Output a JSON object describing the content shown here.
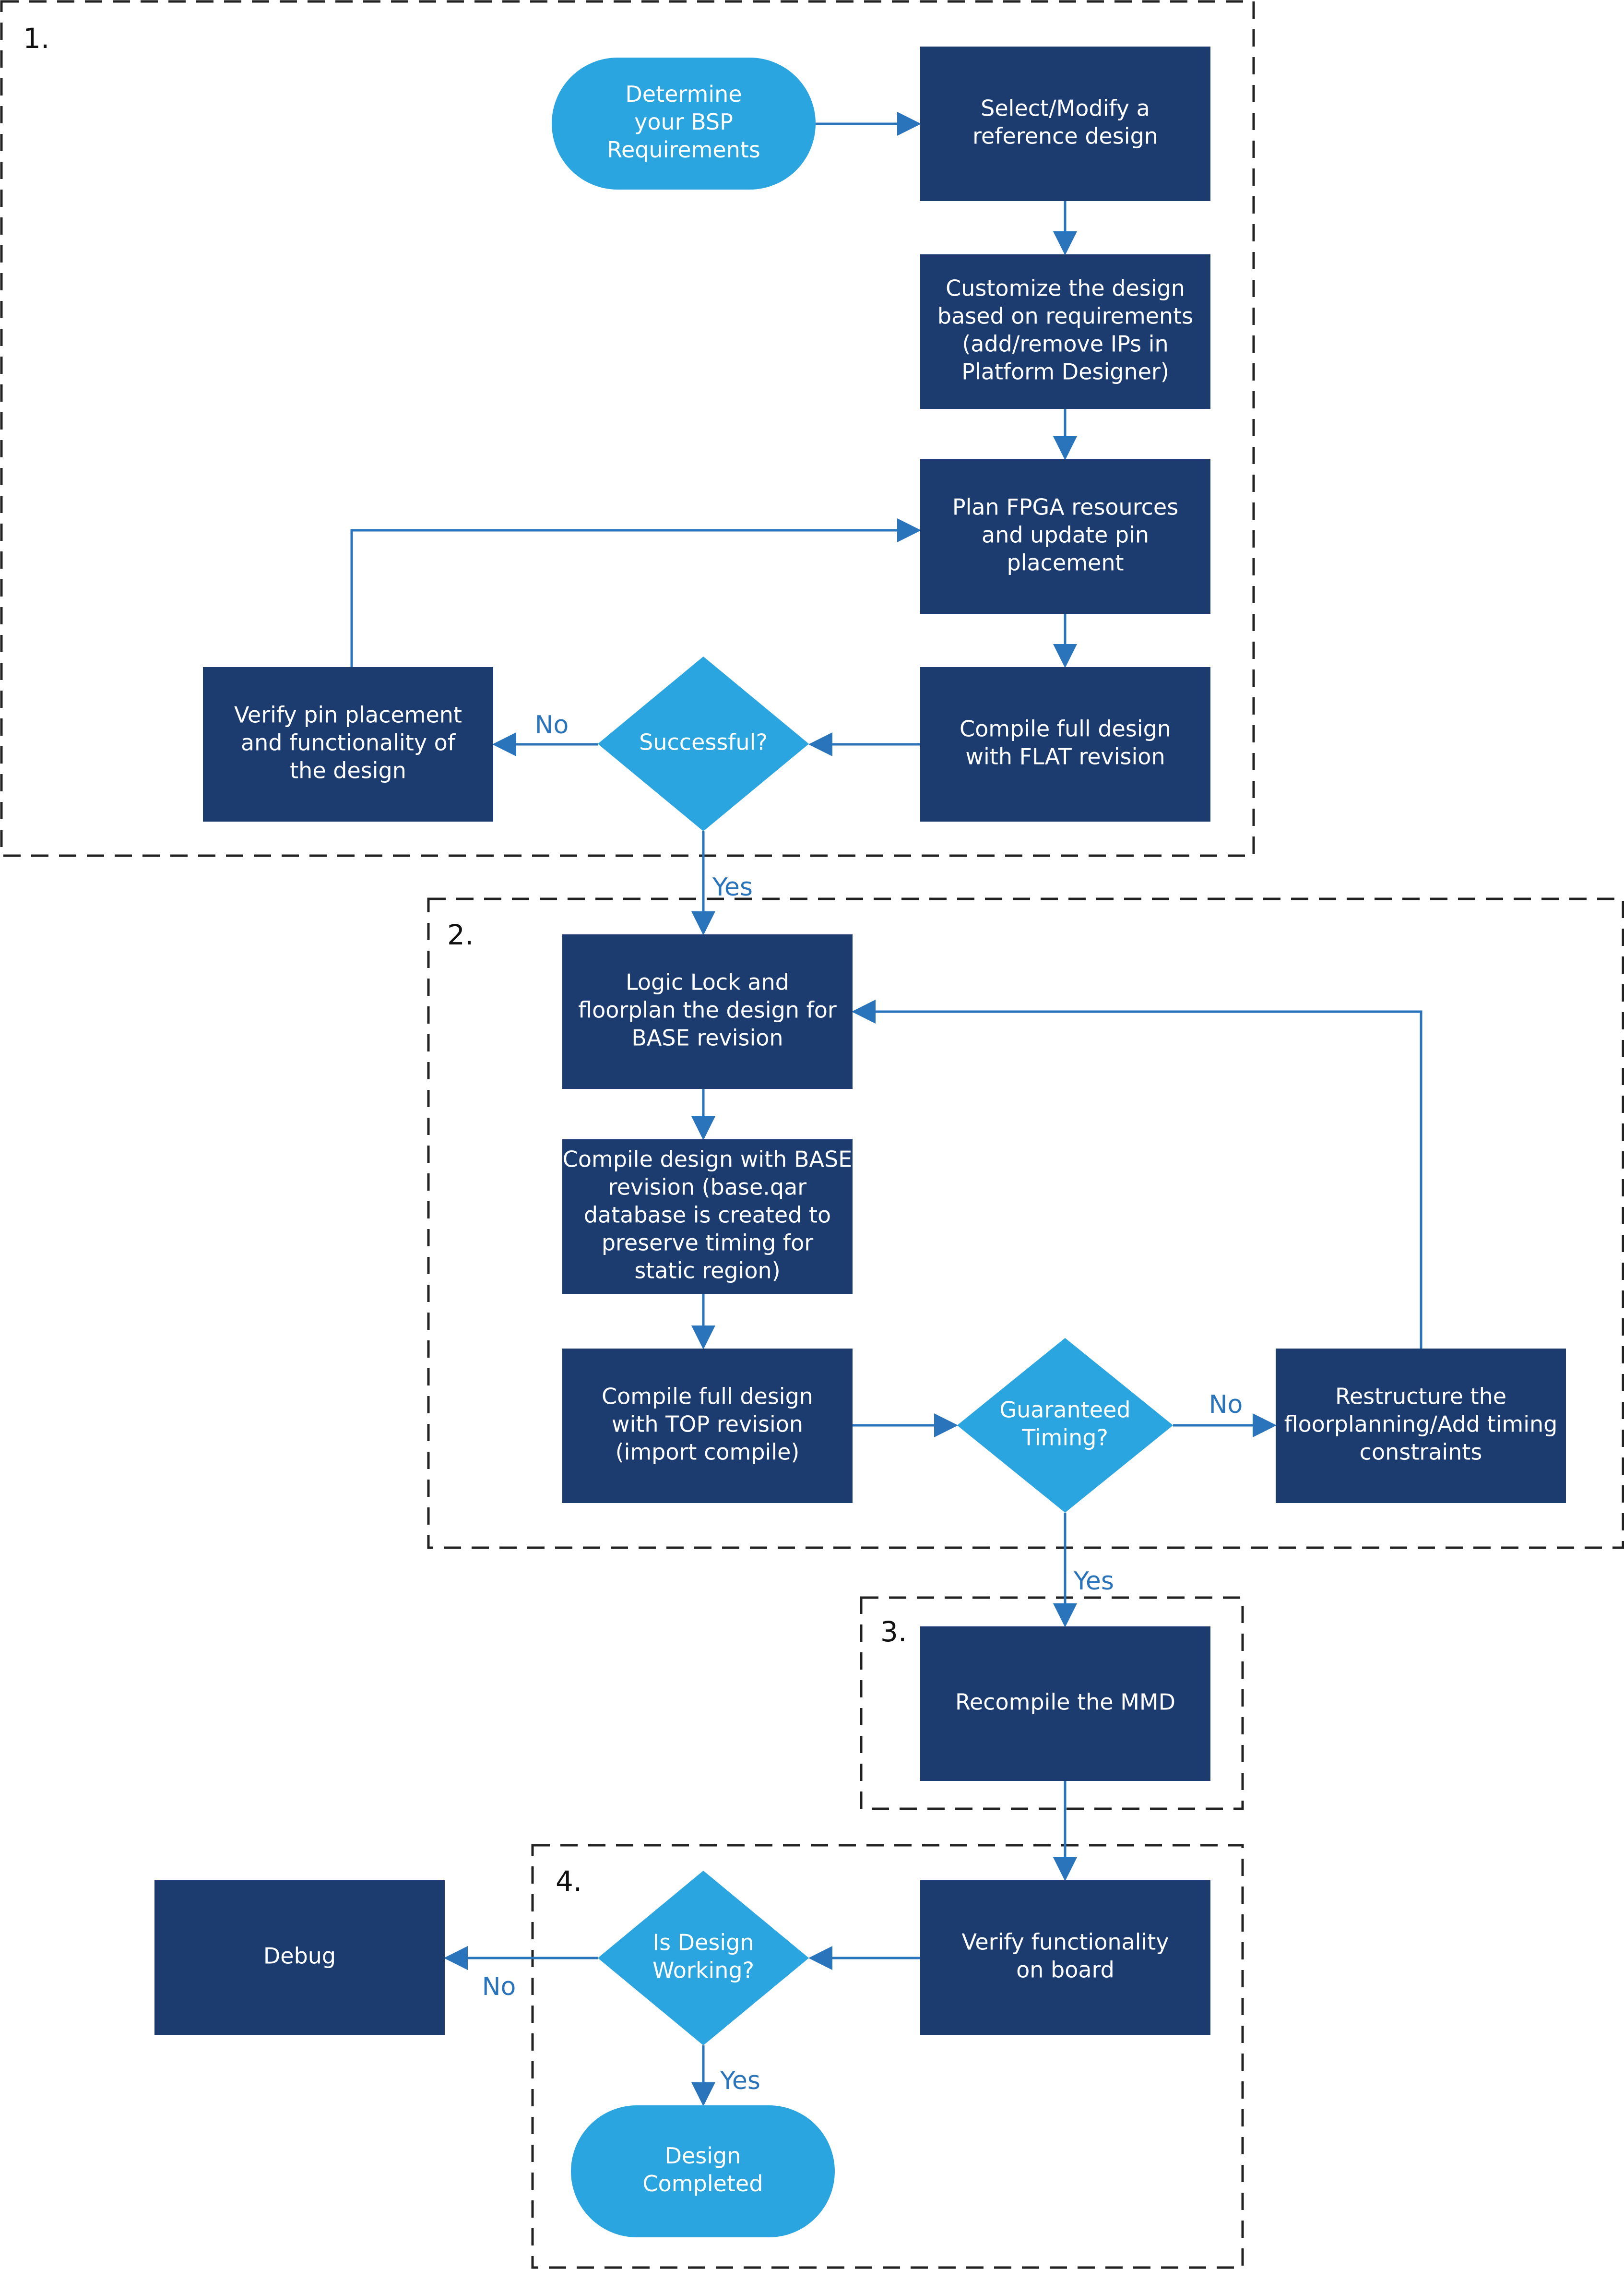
{
  "colors": {
    "process": "#1c3b6e",
    "terminal": "#2aa5e0",
    "decision": "#2aa5e0",
    "connector": "#2a74bb",
    "edge_label": "#2a74bb",
    "group_border": "#222222"
  },
  "groups": [
    {
      "id": "g1",
      "label": "1."
    },
    {
      "id": "g2",
      "label": "2."
    },
    {
      "id": "g3",
      "label": "3."
    },
    {
      "id": "g4",
      "label": "4."
    }
  ],
  "nodes": [
    {
      "id": "determine",
      "type": "terminal",
      "lines": [
        "Determine",
        "your BSP",
        "Requirements"
      ]
    },
    {
      "id": "select",
      "type": "process",
      "lines": [
        "Select/Modify a",
        "reference design"
      ]
    },
    {
      "id": "customize",
      "type": "process",
      "lines": [
        "Customize the design",
        "based on requirements",
        "(add/remove IPs in",
        "Platform Designer)"
      ]
    },
    {
      "id": "plan",
      "type": "process",
      "lines": [
        "Plan FPGA resources",
        "and update pin",
        "placement"
      ]
    },
    {
      "id": "compile_flat",
      "type": "process",
      "lines": [
        "Compile full design",
        "with FLAT revision"
      ]
    },
    {
      "id": "successful",
      "type": "decision",
      "lines": [
        "Successful?"
      ]
    },
    {
      "id": "verify_pin",
      "type": "process",
      "lines": [
        "Verify pin placement",
        "and functionality of",
        "the design"
      ]
    },
    {
      "id": "logic_lock",
      "type": "process",
      "lines": [
        "Logic Lock and",
        "floorplan the design for",
        "BASE revision"
      ]
    },
    {
      "id": "compile_base",
      "type": "process",
      "lines": [
        "Compile design with BASE",
        "revision (base.qar",
        "database is created to",
        "preserve timing for",
        "static region)"
      ]
    },
    {
      "id": "compile_top",
      "type": "process",
      "lines": [
        "Compile full design",
        "with TOP revision",
        "(import compile)"
      ]
    },
    {
      "id": "timing",
      "type": "decision",
      "lines": [
        "Guaranteed",
        "Timing?"
      ]
    },
    {
      "id": "restructure",
      "type": "process",
      "lines": [
        "Restructure the",
        "floorplanning/Add timing",
        "constraints"
      ]
    },
    {
      "id": "recompile",
      "type": "process",
      "lines": [
        "Recompile the MMD"
      ]
    },
    {
      "id": "verify_board",
      "type": "process",
      "lines": [
        "Verify functionality",
        "on board"
      ]
    },
    {
      "id": "working",
      "type": "decision",
      "lines": [
        "Is Design",
        "Working?"
      ]
    },
    {
      "id": "debug",
      "type": "process",
      "lines": [
        "Debug"
      ]
    },
    {
      "id": "completed",
      "type": "terminal",
      "lines": [
        "Design",
        "Completed"
      ]
    }
  ],
  "edges": [
    {
      "from": "determine",
      "to": "select",
      "label": ""
    },
    {
      "from": "select",
      "to": "customize",
      "label": ""
    },
    {
      "from": "customize",
      "to": "plan",
      "label": ""
    },
    {
      "from": "plan",
      "to": "compile_flat",
      "label": ""
    },
    {
      "from": "compile_flat",
      "to": "successful",
      "label": ""
    },
    {
      "from": "successful",
      "to": "verify_pin",
      "label": "No"
    },
    {
      "from": "verify_pin",
      "to": "plan",
      "label": ""
    },
    {
      "from": "successful",
      "to": "logic_lock",
      "label": "Yes"
    },
    {
      "from": "logic_lock",
      "to": "compile_base",
      "label": ""
    },
    {
      "from": "compile_base",
      "to": "compile_top",
      "label": ""
    },
    {
      "from": "compile_top",
      "to": "timing",
      "label": ""
    },
    {
      "from": "timing",
      "to": "restructure",
      "label": "No"
    },
    {
      "from": "restructure",
      "to": "logic_lock",
      "label": ""
    },
    {
      "from": "timing",
      "to": "recompile",
      "label": "Yes"
    },
    {
      "from": "recompile",
      "to": "verify_board",
      "label": ""
    },
    {
      "from": "verify_board",
      "to": "working",
      "label": ""
    },
    {
      "from": "working",
      "to": "debug",
      "label": "No"
    },
    {
      "from": "working",
      "to": "completed",
      "label": "Yes"
    }
  ]
}
